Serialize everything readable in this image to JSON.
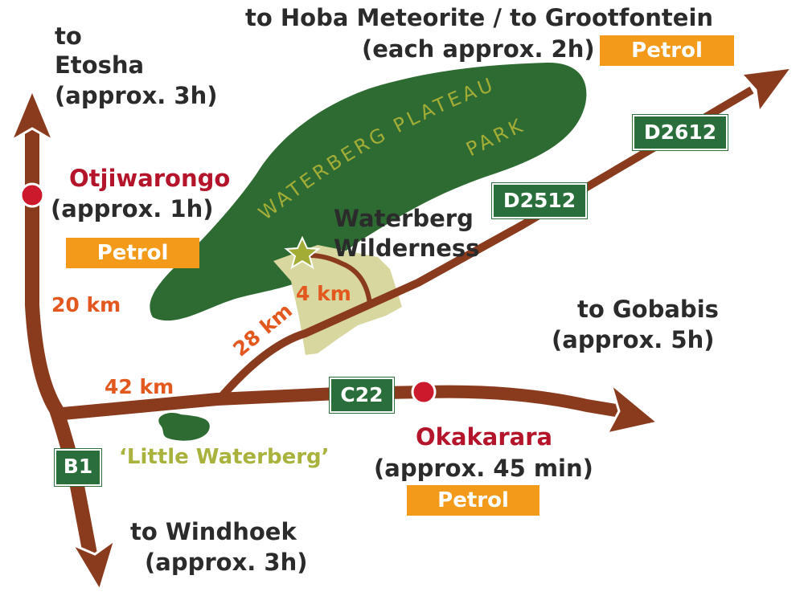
{
  "colors": {
    "road": "#8a3b1d",
    "park": "#2e6b33",
    "wilderness": "#d8d7a0",
    "star": "#a3ad36",
    "town_dot": "#cc1a2c",
    "sign_bg": "#2a6e3c",
    "petrol_bg": "#f39a1b",
    "town_text": "#b5152b",
    "distance_text": "#e2581e",
    "little_waterberg_text": "#a9b23c"
  },
  "destinations": {
    "etosha": {
      "line1": "to",
      "line2": "Etosha",
      "line3": "(approx. 3h)"
    },
    "hoba": {
      "line1": "to Hoba Meteorite / to Grootfontein",
      "line2": "(each approx. 2h)"
    },
    "gobabis": {
      "line1": "to Gobabis",
      "line2": "(approx. 5h)"
    },
    "windhoek": {
      "line1": "to Windhoek",
      "line2": "(approx. 3h)"
    }
  },
  "towns": {
    "otjiwarongo": {
      "name": "Otjiwarongo",
      "time": "(approx. 1h)",
      "petrol": "Petrol"
    },
    "okakarara": {
      "name": "Okakarara",
      "time": "(approx. 45 min)",
      "petrol": "Petrol"
    }
  },
  "hoba_petrol": "Petrol",
  "roads": {
    "b1": "B1",
    "c22": "C22",
    "d2512": "D2512",
    "d2612": "D2612"
  },
  "distances": {
    "d20": "20 km",
    "d42": "42 km",
    "d28": "28 km",
    "d4": "4 km"
  },
  "park": {
    "line1": "WATERBERG PLATEAU",
    "line2": "PARK"
  },
  "lodge": {
    "line1": "Waterberg",
    "line2": "Wilderness"
  },
  "little_waterberg": "‘Little Waterberg’"
}
